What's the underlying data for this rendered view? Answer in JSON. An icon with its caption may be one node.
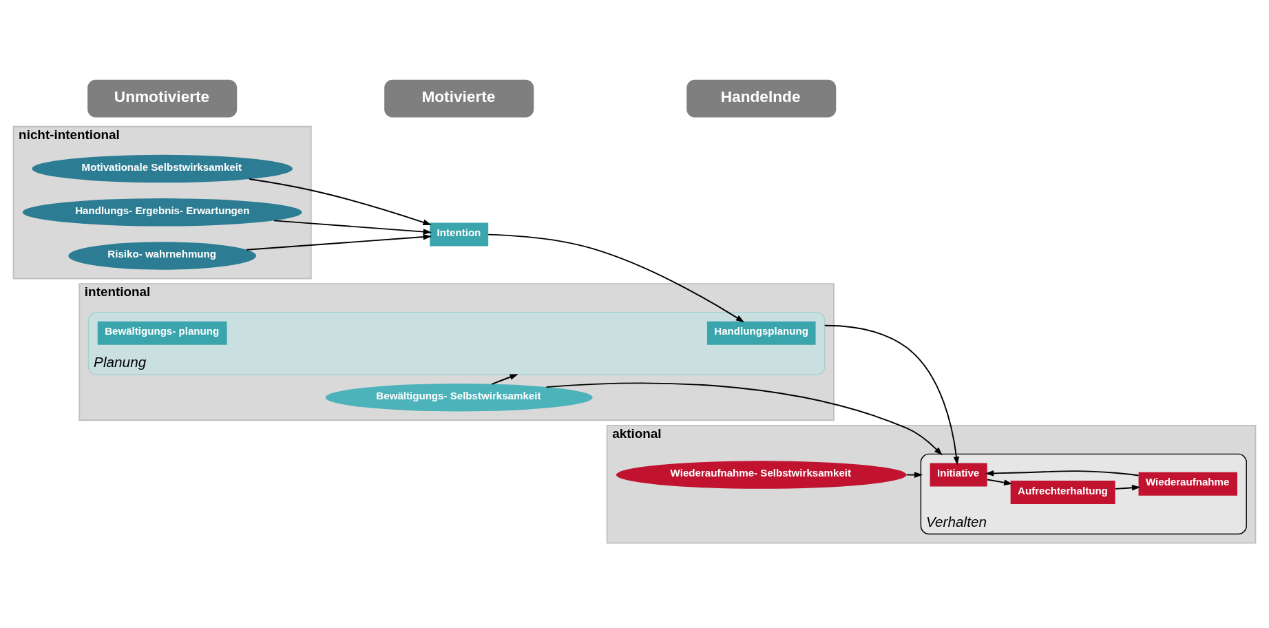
{
  "diagram": {
    "nodes": [
      {
        "text": [
          "nicht-intentional"
        ]
      },
      {
        "text": [
          "Motivationale Selbstwirksamkeit"
        ],
        "in": 0
      },
      {
        "text": [
          "Handlungs- Ergebnis- Erwartungen"
        ],
        "in": 0
      },
      {
        "text": [
          "Risiko- wahrnehmung"
        ],
        "in": 0
      },
      {
        "text": [
          "Intention"
        ]
      },
      {
        "text": [
          "intentional"
        ]
      },
      {
        "text": [
          "Bewältigungs- Selbstwirksamkeit"
        ],
        "in": 5
      },
      {
        "text": [
          "Planung"
        ],
        "in": 5
      },
      {
        "text": [
          "Handlungsplanung"
        ],
        "in": 7
      },
      {
        "text": [
          "Bewältigungs- planung"
        ],
        "in": 7
      },
      {
        "text": [
          "aktional"
        ]
      },
      {
        "text": [
          "Wiederaufnahme- Selbstwirksamkeit"
        ],
        "in": 10
      },
      {
        "text": [
          "Verhalten"
        ],
        "in": 10
      },
      {
        "text": [
          "Initiative"
        ],
        "in": 12
      },
      {
        "text": [
          "Aufrechterhaltung"
        ],
        "in": 12
      },
      {
        "text": [
          "Wiederaufnahme"
        ],
        "in": 12
      },
      {
        "text": [
          "Unmotivierte"
        ]
      },
      {
        "text": [
          "Motivierte"
        ]
      },
      {
        "text": [
          "Handelnde"
        ]
      }
    ],
    "edges": [
      {
        "from": 1,
        "to": 4,
        "arrow": "to"
      },
      {
        "from": 2,
        "to": 4,
        "arrow": "to"
      },
      {
        "from": 3,
        "to": 4,
        "arrow": "to"
      },
      {
        "from": 4,
        "to": 8,
        "arrow": "to"
      },
      {
        "from": 6,
        "to": 7,
        "arrow": "to"
      },
      {
        "from": 6,
        "to": 12,
        "arrow": "to"
      },
      {
        "from": 7,
        "to": 13,
        "arrow": "to"
      },
      {
        "from": 11,
        "to": 12,
        "arrow": "to"
      },
      {
        "from": 13,
        "to": 14,
        "arrow": "to"
      },
      {
        "from": 14,
        "to": 15,
        "arrow": "to"
      },
      {
        "from": 15,
        "to": 13,
        "arrow": "to"
      }
    ]
  }
}
